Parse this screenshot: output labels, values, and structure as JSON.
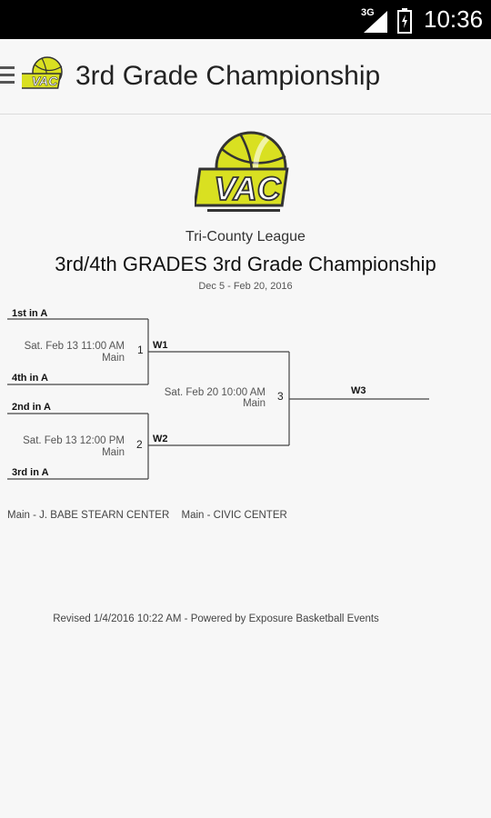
{
  "status_bar": {
    "network": "3G",
    "time": "10:36"
  },
  "action_bar": {
    "title": "3rd Grade Championship",
    "logo_text": "VAC"
  },
  "header": {
    "logo_text": "VAC",
    "league": "Tri-County League",
    "event_title": "3rd/4th GRADES 3rd Grade Championship",
    "dates": "Dec 5 - Feb 20, 2016"
  },
  "bracket": {
    "games": [
      {
        "number": "1",
        "time": "Sat. Feb 13 11:00 AM",
        "venue": "Main",
        "top_slot": "1st in A",
        "bottom_slot": "4th in A",
        "winner": "W1"
      },
      {
        "number": "2",
        "time": "Sat. Feb 13 12:00 PM",
        "venue": "Main",
        "top_slot": "2nd in A",
        "bottom_slot": "3rd in A",
        "winner": "W2"
      },
      {
        "number": "3",
        "time": "Sat. Feb 20 10:00 AM",
        "venue": "Main",
        "winner": "W3"
      }
    ]
  },
  "venues": [
    "Main - J. BABE STEARN CENTER",
    "Main - CIVIC CENTER"
  ],
  "footer": {
    "revised": "Revised 1/4/2016 10:22 AM - Powered by Exposure Basketball Events"
  },
  "colors": {
    "logo_yellow": "#d9e021",
    "logo_dark": "#333333",
    "bracket_line": "#444444"
  }
}
